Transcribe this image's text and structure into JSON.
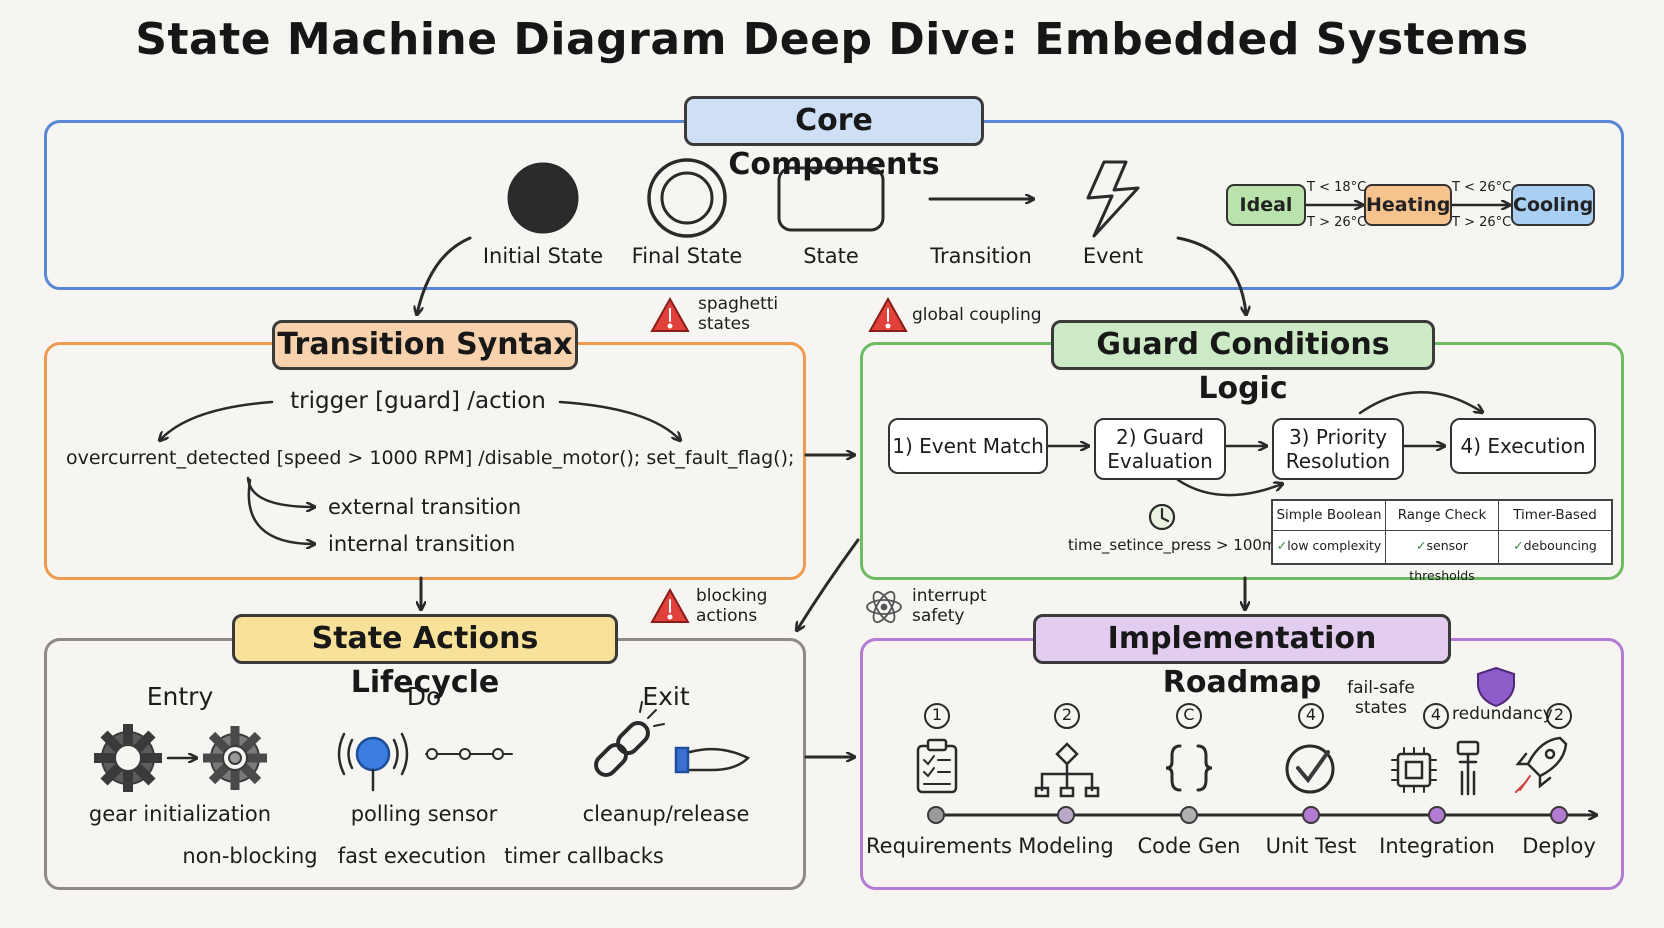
{
  "title": "State Machine Diagram Deep Dive: Embedded Systems",
  "core": {
    "header": "Core Components",
    "items": [
      "Initial State",
      "Final State",
      "State",
      "Transition",
      "Event"
    ],
    "example": {
      "states": [
        "Ideal",
        "Heating",
        "Cooling"
      ],
      "guards": [
        "T < 18°C",
        "T > 26°C",
        "T < 26°C",
        "T > 26°C"
      ],
      "colors": {
        "ideal": "#b9e2ac",
        "heating": "#f6c38f",
        "cooling": "#a9d0f2"
      }
    }
  },
  "transition_syntax": {
    "header": "Transition Syntax",
    "format": "trigger [guard] /action",
    "example": "overcurrent_detected [speed > 1000 RPM] /disable_motor(); set_fault_flag();",
    "types": [
      "external transition",
      "internal transition"
    ]
  },
  "guard": {
    "header": "Guard Conditions Logic",
    "steps": [
      "1) Event Match",
      "2) Guard Evaluation",
      "3) Priority Resolution",
      "4) Execution"
    ],
    "timer": "time_setince_press > 100ms",
    "table": [
      {
        "head": "Simple Boolean",
        "note": "low complexity"
      },
      {
        "head": "Range Check",
        "note": "sensor thresholds"
      },
      {
        "head": "Timer-Based",
        "note": "debouncing"
      }
    ]
  },
  "actions": {
    "header": "State Actions Lifecycle",
    "columns": [
      "Entry",
      "Do",
      "Exit"
    ],
    "captions": [
      "gear initialization",
      "polling sensor",
      "cleanup/release"
    ],
    "notes": [
      "non-blocking",
      "fast execution",
      "timer callbacks"
    ]
  },
  "roadmap": {
    "header": "Implementation Roadmap",
    "stages": [
      "Requirements",
      "Modeling",
      "Code Gen",
      "Unit Test",
      "Integration",
      "Deploy"
    ],
    "badges": [
      "1",
      "2",
      "C",
      "4",
      "4",
      "2"
    ],
    "notes": {
      "failsafe": "fail-safe\nstates",
      "redundancy": "redundancy"
    }
  },
  "warnings": {
    "spaghetti": "spaghetti\nstates",
    "coupling": "global coupling",
    "blocking": "blocking\nactions",
    "interrupt": "interrupt\nsafety"
  },
  "colors": {
    "core": "#5a86d6",
    "transition": "#ef9a4e",
    "guard": "#6dbb63",
    "actions": "#8e8a84",
    "roadmap": "#b47bd4",
    "warning": "#e0413a"
  }
}
